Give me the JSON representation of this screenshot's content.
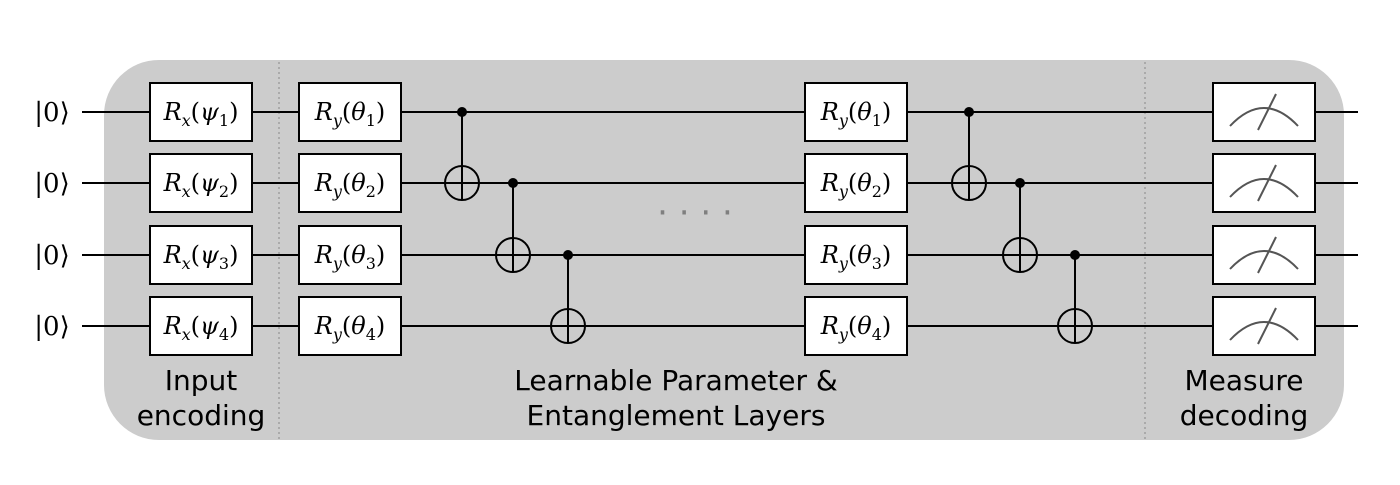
{
  "colors": {
    "panel": "#cccccc",
    "wire": "#000000",
    "gate_fill": "#ffffff",
    "dots": "#7f7f7f",
    "divider": "#888888",
    "meter": "#555555"
  },
  "qubits": [
    {
      "state": "|0⟩"
    },
    {
      "state": "|0⟩"
    },
    {
      "state": "|0⟩"
    },
    {
      "state": "|0⟩"
    }
  ],
  "encoding": {
    "label_line1": "Input",
    "label_line2": "encoding",
    "gates": [
      {
        "op": "R",
        "sub": "x",
        "param": "ψ",
        "index": "1"
      },
      {
        "op": "R",
        "sub": "x",
        "param": "ψ",
        "index": "2"
      },
      {
        "op": "R",
        "sub": "x",
        "param": "ψ",
        "index": "3"
      },
      {
        "op": "R",
        "sub": "x",
        "param": "ψ",
        "index": "4"
      }
    ]
  },
  "layers": {
    "label_line1": "Learnable Parameter &",
    "label_line2": "Entanglement Layers",
    "ellipsis": "· · · ·",
    "blocks": [
      {
        "gates": [
          {
            "op": "R",
            "sub": "y",
            "param": "θ",
            "index": "1"
          },
          {
            "op": "R",
            "sub": "y",
            "param": "θ",
            "index": "2"
          },
          {
            "op": "R",
            "sub": "y",
            "param": "θ",
            "index": "3"
          },
          {
            "op": "R",
            "sub": "y",
            "param": "θ",
            "index": "4"
          }
        ],
        "cnots": [
          {
            "control": 0,
            "target": 1
          },
          {
            "control": 1,
            "target": 2
          },
          {
            "control": 2,
            "target": 3
          }
        ]
      },
      {
        "gates": [
          {
            "op": "R",
            "sub": "y",
            "param": "θ",
            "index": "1"
          },
          {
            "op": "R",
            "sub": "y",
            "param": "θ",
            "index": "2"
          },
          {
            "op": "R",
            "sub": "y",
            "param": "θ",
            "index": "3"
          },
          {
            "op": "R",
            "sub": "y",
            "param": "θ",
            "index": "4"
          }
        ],
        "cnots": [
          {
            "control": 0,
            "target": 1
          },
          {
            "control": 1,
            "target": 2
          },
          {
            "control": 2,
            "target": 3
          }
        ]
      }
    ]
  },
  "measure": {
    "label_line1": "Measure",
    "label_line2": "decoding",
    "meter_icon": "measurement-meter-icon"
  }
}
